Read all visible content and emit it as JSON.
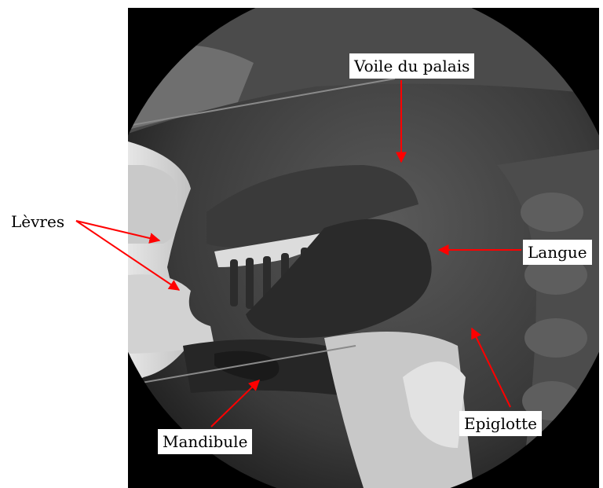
{
  "figure": {
    "labels": {
      "voile": "Voile du palais",
      "levres": "Lèvres",
      "langue": "Langue",
      "epiglotte": "Epiglotte",
      "mandibule": "Mandibule"
    },
    "arrow_color": "#ff0000"
  }
}
